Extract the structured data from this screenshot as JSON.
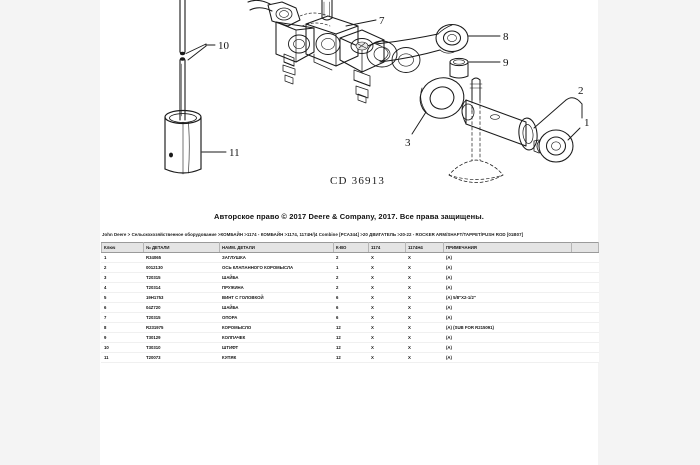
{
  "document": {
    "copyright": "Авторское право © 2017 Deere & Company, 2017. Все права защищены.",
    "breadcrumb": "John Deere > Сельскохозяйственное оборудование >КОМБАЙН >1174 - КОМБАЙН >1174, 1174H/|4 Combine [PCA344] >20 ДВИГАТЕЛЬ >20-22 - ROCKER ARM/SHAFT/TAPPET/PUSH ROD [01B07]",
    "drawing_number": "CD 36913"
  },
  "drawing": {
    "callouts": [
      {
        "label": "1"
      },
      {
        "label": "2"
      },
      {
        "label": "3"
      },
      {
        "label": "7"
      },
      {
        "label": "8"
      },
      {
        "label": "9"
      },
      {
        "label": "10"
      },
      {
        "label": "11"
      }
    ]
  },
  "parts_table": {
    "columns": [
      "Ключ",
      "№ ДЕТАЛИ",
      "НАИМ. ДЕТАЛИ",
      "К-ВО",
      "1174",
      "1174H4",
      "ПРИМЕЧАНИЯ",
      ""
    ],
    "rows": [
      {
        "key": "1",
        "part": "R34065",
        "name": "ЗАГЛУШКА",
        "qty": "2",
        "m1174": "X",
        "m1174h4": "X",
        "note": "(A)"
      },
      {
        "key": "2",
        "part": "0012130",
        "name": "ОСЬ КЛАПАННОГО КОРОМЫСЛА",
        "qty": "1",
        "m1174": "X",
        "m1174h4": "X",
        "note": "(A)"
      },
      {
        "key": "3",
        "part": "T20315",
        "name": "ШАЙБА",
        "qty": "2",
        "m1174": "X",
        "m1174h4": "X",
        "note": "(A)"
      },
      {
        "key": "4",
        "part": "T20314",
        "name": "ПРУЖИНА",
        "qty": "2",
        "m1174": "X",
        "m1174h4": "X",
        "note": "(A)"
      },
      {
        "key": "5",
        "part": "19H1753",
        "name": "ВИНТ С ГОЛОВКОЙ",
        "qty": "6",
        "m1174": "X",
        "m1174h4": "X",
        "note": "(A) 5/8\"X2-1/2\""
      },
      {
        "key": "6",
        "part": "04Z720",
        "name": "ШАЙБА",
        "qty": "6",
        "m1174": "X",
        "m1174h4": "X",
        "note": "(A)"
      },
      {
        "key": "7",
        "part": "T20315",
        "name": "ОПОРА",
        "qty": "6",
        "m1174": "X",
        "m1174h4": "X",
        "note": "(A)"
      },
      {
        "key": "8",
        "part": "R231975",
        "name": "КОРОМЫСЛО",
        "qty": "12",
        "m1174": "X",
        "m1174h4": "X",
        "note": "(A) (SUB FOR R215091)"
      },
      {
        "key": "9",
        "part": "T30129",
        "name": "КОЛПАЧЕК",
        "qty": "12",
        "m1174": "X",
        "m1174h4": "X",
        "note": "(A)"
      },
      {
        "key": "10",
        "part": "T30310",
        "name": "ШТИФТ",
        "qty": "12",
        "m1174": "X",
        "m1174h4": "X",
        "note": "(A)"
      },
      {
        "key": "11",
        "part": "T20073",
        "name": "КУПЯК",
        "qty": "12",
        "m1174": "X",
        "m1174h4": "X",
        "note": "(A)"
      }
    ]
  },
  "colors": {
    "page_background": "#f4f4f4",
    "sheet_background": "#ffffff",
    "table_header_background": "#e4e4e4",
    "ink": "#141414"
  }
}
